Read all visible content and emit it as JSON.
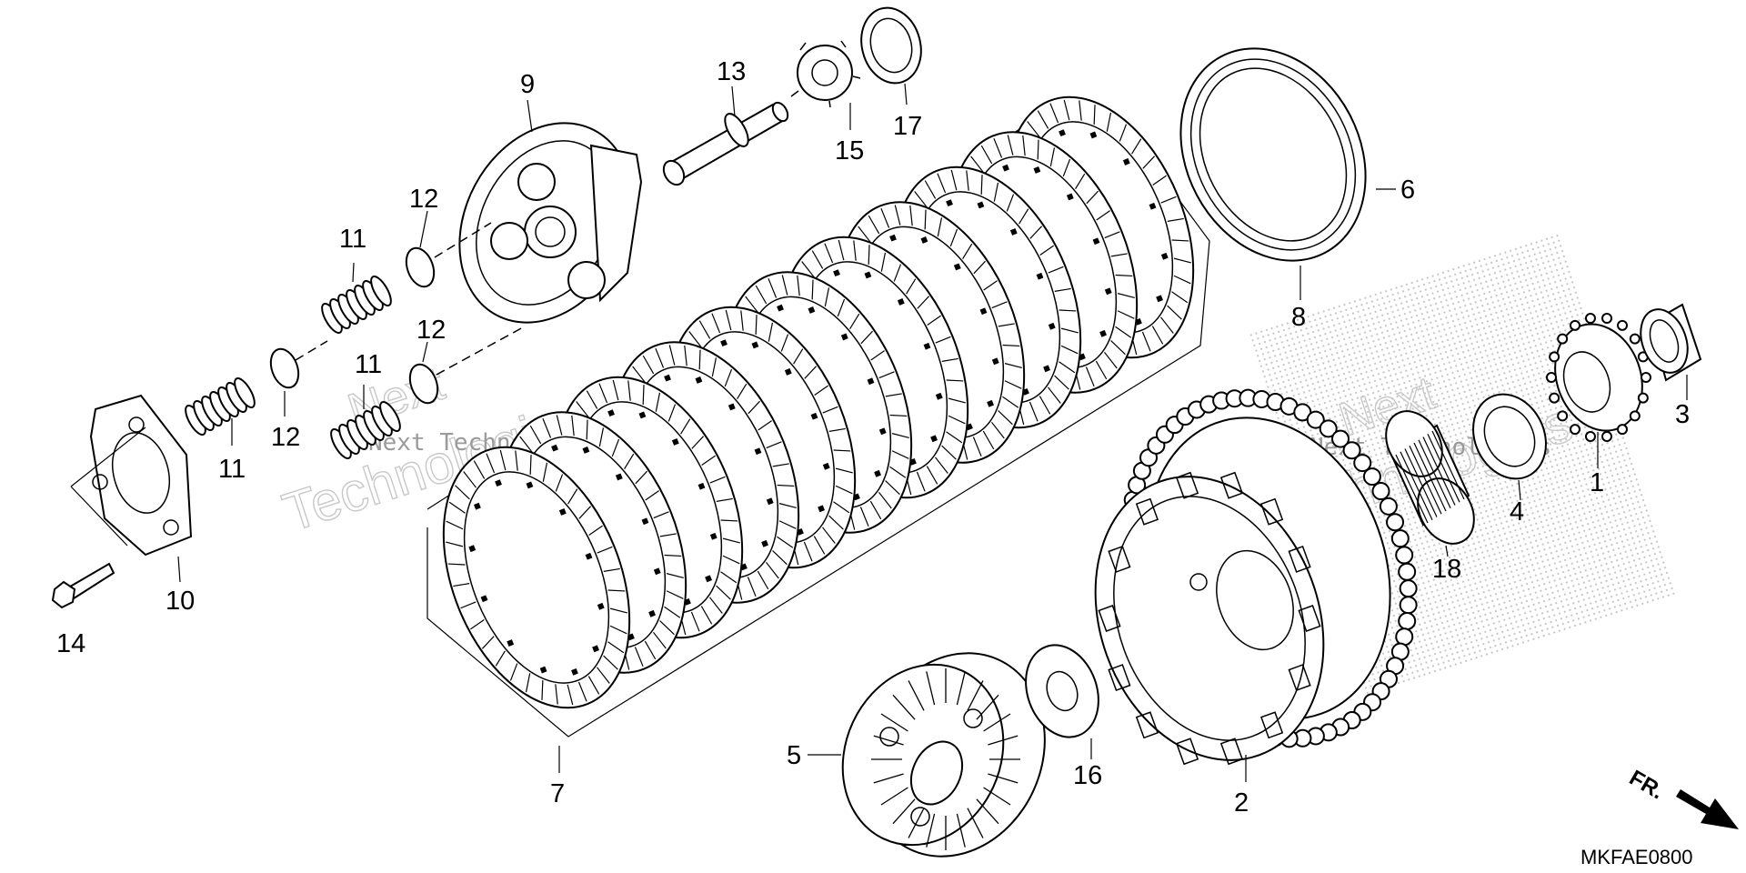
{
  "diagram": {
    "callouts": [
      "1",
      "2",
      "3",
      "4",
      "5",
      "6",
      "7",
      "8",
      "9",
      "10",
      "11",
      "12",
      "13",
      "14",
      "15",
      "16",
      "17",
      "18"
    ],
    "code": "MKFAE0800",
    "direction_label": "FR.",
    "watermark": {
      "line1": "Next",
      "line2": "Technologies",
      "mono": "Next Technologies"
    }
  }
}
